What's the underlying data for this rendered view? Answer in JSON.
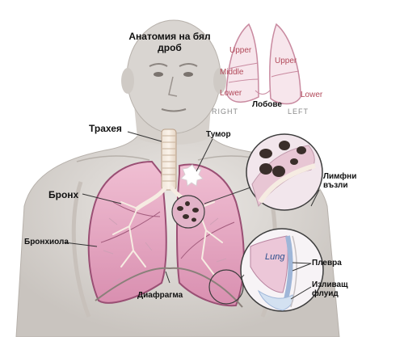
{
  "title_line1": "Анатомия на бял",
  "title_line2": "дроб",
  "labels": {
    "trachea": "Трахея",
    "tumor": "Тумор",
    "bronchus": "Бронх",
    "lymph_line1": "Лимфни",
    "lymph_line2": "възли",
    "bronchiole": "Бронхиола",
    "pleura": "Плевра",
    "effusion_line1": "Изливащ",
    "effusion_line2": "флуид",
    "diaphragm": "Диафрагма",
    "lobes": "Лобове"
  },
  "lobes_inset": {
    "right_upper": "Upper",
    "right_middle": "Middle",
    "right_lower": "Lower",
    "left_upper": "Upper",
    "left_lower": "Lower",
    "right_side": "RIGHT",
    "left_side": "LEFT"
  },
  "effusion_inset": {
    "lung_tag": "Lung"
  },
  "colors": {
    "lung_fill": "#e7a9c3",
    "lung_outline": "#9a4f74",
    "skin": "#dedad6",
    "inset_outline": "#c98aa0",
    "tumor": "#3a2e2a"
  }
}
